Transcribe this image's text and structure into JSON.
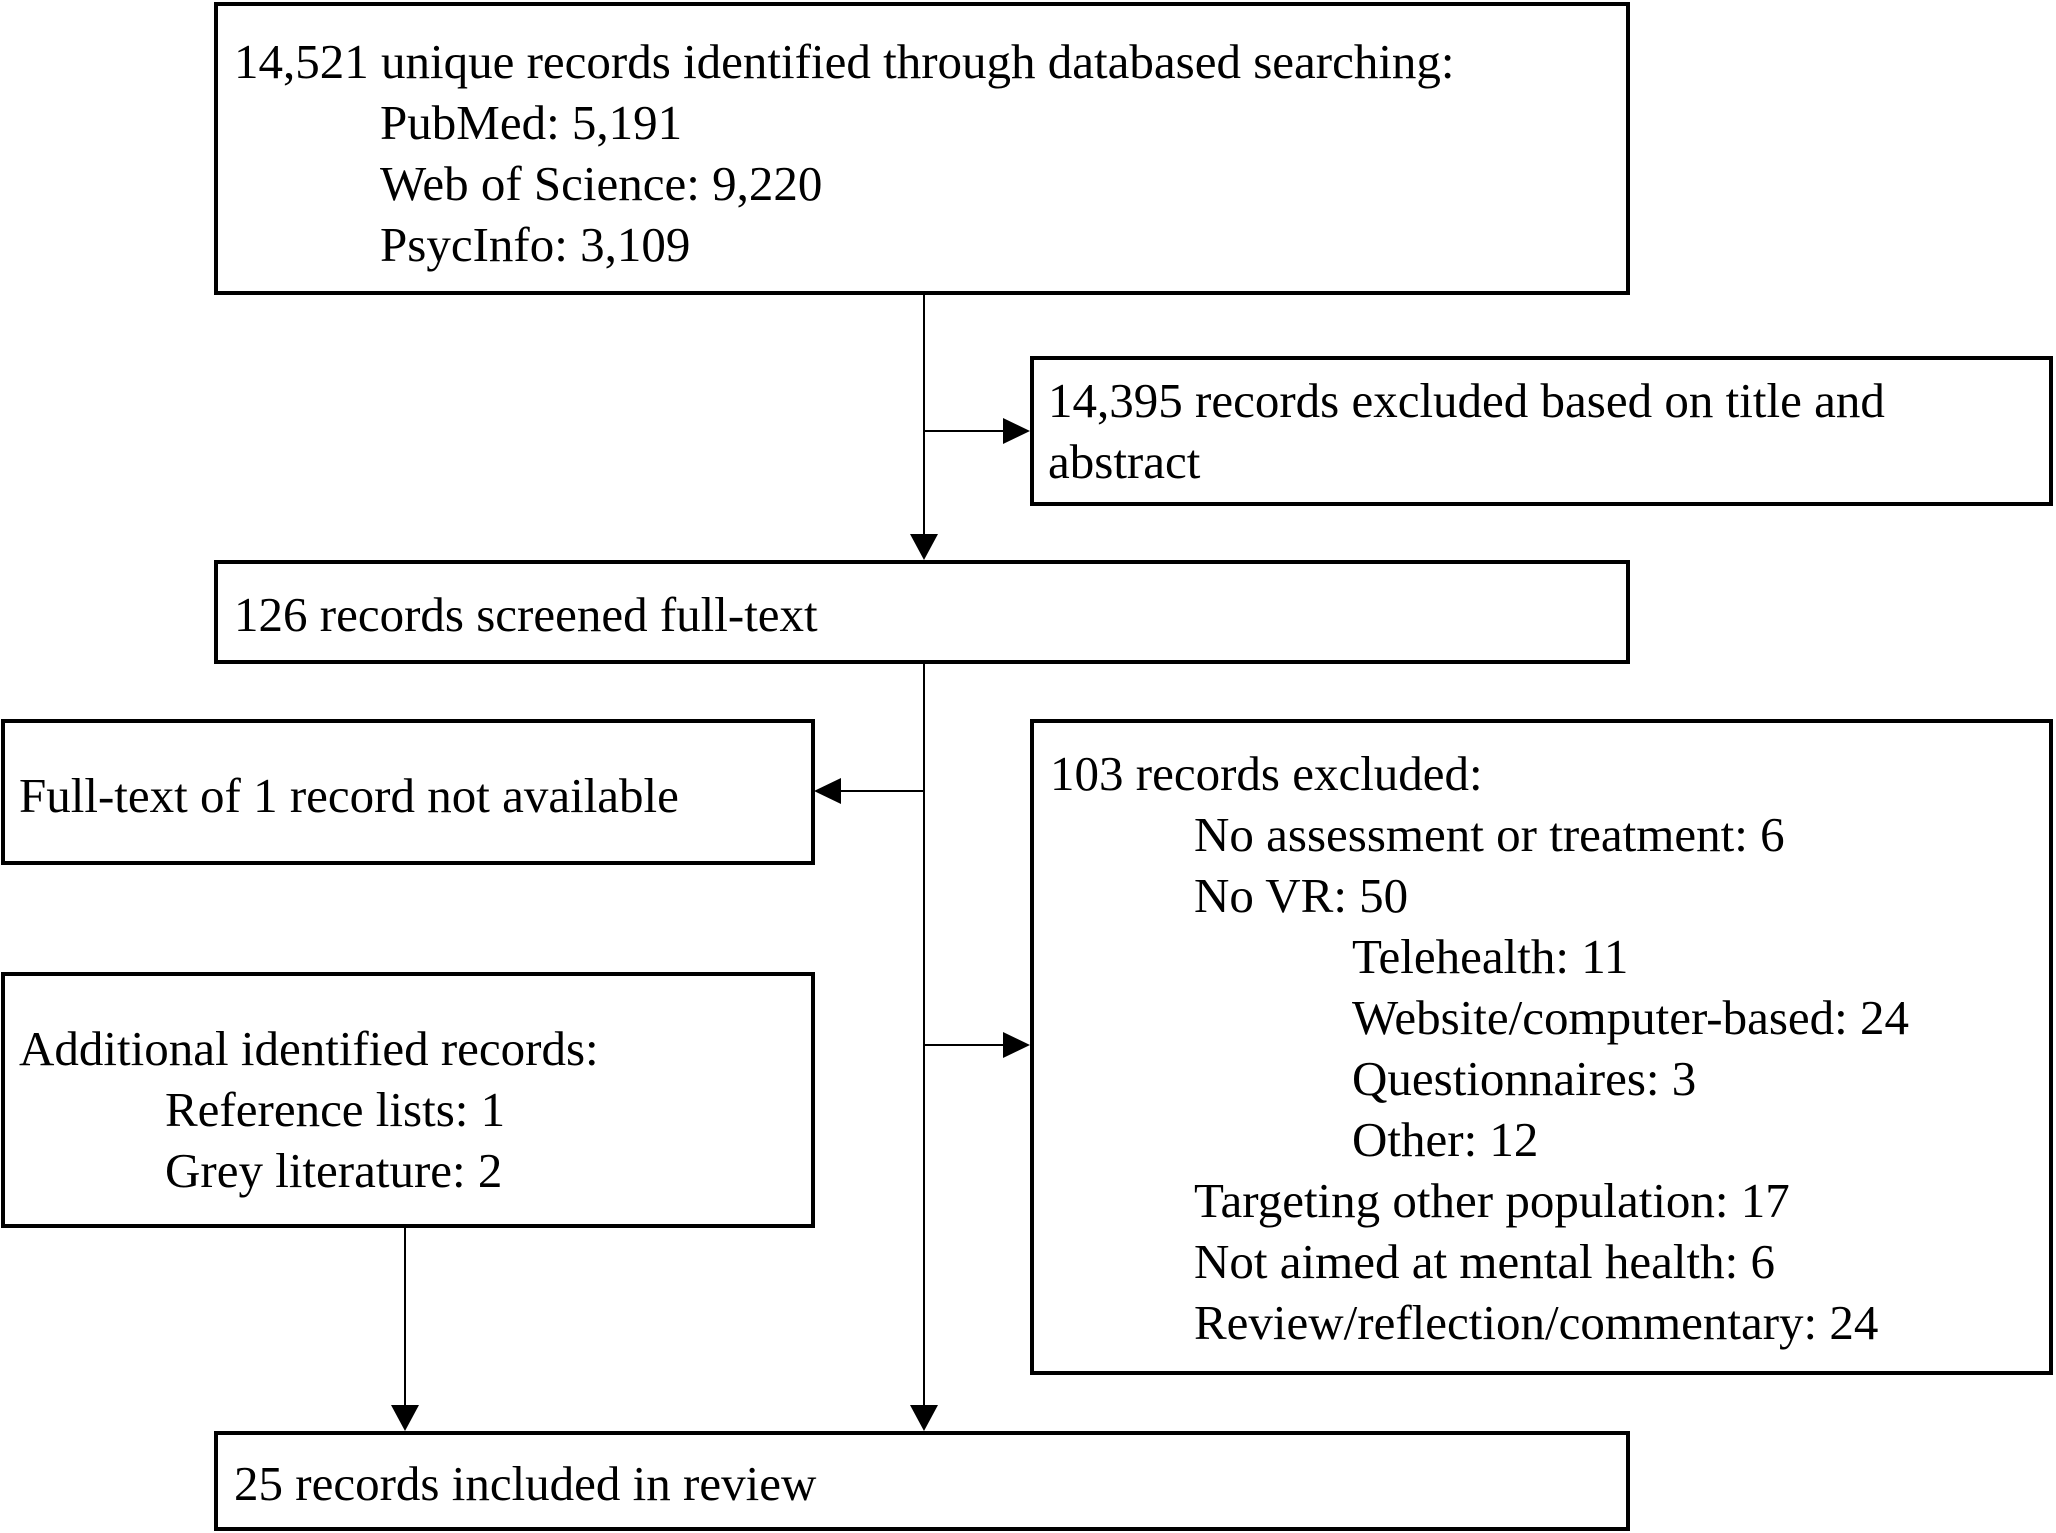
{
  "diagram": {
    "identified": {
      "heading": "14,521 unique records identified through databased searching:",
      "sources": [
        "PubMed: 5,191",
        "Web of Science: 9,220",
        "PsycInfo: 3,109"
      ]
    },
    "excluded_title_abstract": {
      "lines": [
        "14,395 records excluded based on title and",
        "abstract"
      ]
    },
    "screened": {
      "text": "126 records screened full-text"
    },
    "not_available": {
      "text": "Full-text of 1 record not available"
    },
    "excluded_fulltext": {
      "heading": "103 records excluded:",
      "no_assessment": "No assessment or treatment: 6",
      "no_vr": "No VR: 50",
      "no_vr_breakdown": [
        "Telehealth: 11",
        "Website/computer-based: 24",
        "Questionnaires: 3",
        "Other: 12"
      ],
      "other_population": "Targeting other population: 17",
      "not_mental_health": "Not aimed at mental health: 6",
      "review": "Review/reflection/commentary: 24"
    },
    "additional": {
      "heading": "Additional identified records:",
      "sources": [
        "Reference lists: 1",
        "Grey literature: 2"
      ]
    },
    "included": {
      "text": "25 records included in review"
    }
  }
}
